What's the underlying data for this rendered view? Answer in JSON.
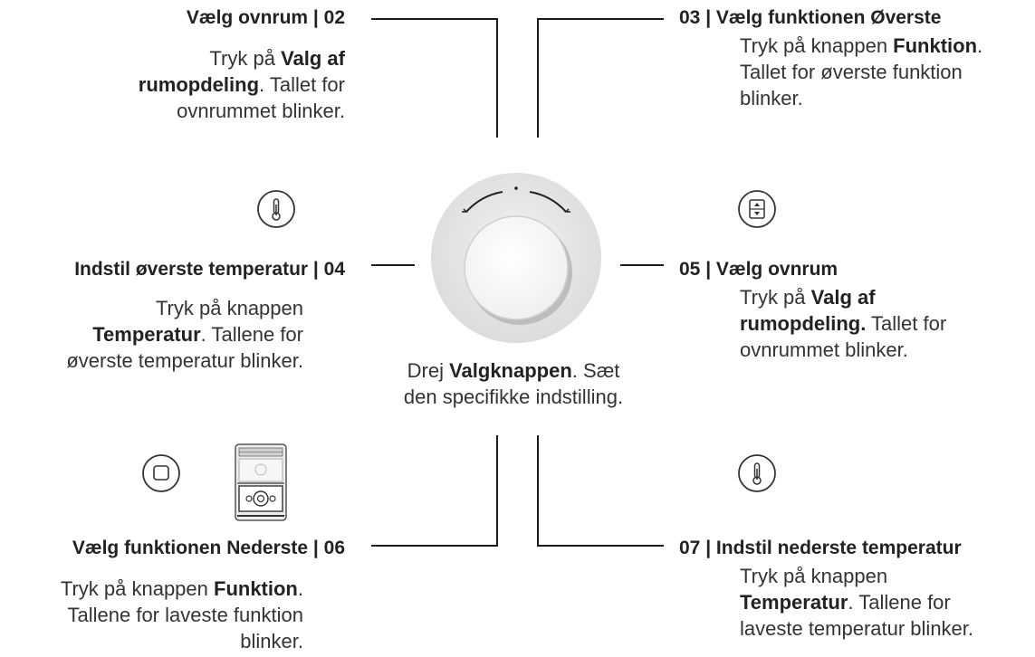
{
  "steps": {
    "s02": {
      "title": "Vælg ovnrum | 02",
      "desc": [
        {
          "t": "Tryk på ",
          "b": false
        },
        {
          "t": "Valg af",
          "b": true
        },
        {
          "br": true
        },
        {
          "t": "rumopdeling",
          "b": true
        },
        {
          "t": ". Tallet for",
          "b": false
        },
        {
          "br": true
        },
        {
          "t": "ovnrummet blinker.",
          "b": false
        }
      ]
    },
    "s03": {
      "title": "03 | Vælg funktionen Øverste",
      "desc": [
        {
          "t": "Tryk på knappen ",
          "b": false
        },
        {
          "t": "Funktion",
          "b": true
        },
        {
          "t": ".",
          "b": false
        },
        {
          "br": true
        },
        {
          "t": "Tallet for øverste funktion",
          "b": false
        },
        {
          "br": true
        },
        {
          "t": "blinker.",
          "b": false
        }
      ]
    },
    "s04": {
      "title": "Indstil øverste temperatur | 04",
      "desc": [
        {
          "t": "Tryk på knappen",
          "b": false
        },
        {
          "br": true
        },
        {
          "t": "Temperatur",
          "b": true
        },
        {
          "t": ". Tallene for",
          "b": false
        },
        {
          "br": true
        },
        {
          "t": "øverste temperatur blinker.",
          "b": false
        }
      ]
    },
    "s05": {
      "title": "05 | Vælg ovnrum",
      "desc": [
        {
          "t": "Tryk på ",
          "b": false
        },
        {
          "t": "Valg af",
          "b": true
        },
        {
          "br": true
        },
        {
          "t": "rumopdeling.",
          "b": true
        },
        {
          "t": " Tallet for",
          "b": false
        },
        {
          "br": true
        },
        {
          "t": "ovnrummet blinker.",
          "b": false
        }
      ]
    },
    "center": {
      "desc": [
        {
          "t": "Drej ",
          "b": false
        },
        {
          "t": "Valgknappen",
          "b": true
        },
        {
          "t": ". Sæt",
          "b": false
        },
        {
          "br": true
        },
        {
          "t": "den specifikke indstilling.",
          "b": false
        }
      ]
    },
    "s06": {
      "title": "Vælg funktionen Nederste | 06",
      "desc": [
        {
          "t": "Tryk på knappen ",
          "b": false
        },
        {
          "t": "Funktion",
          "b": true
        },
        {
          "t": ".",
          "b": false
        },
        {
          "br": true
        },
        {
          "t": "Tallene for laveste funktion",
          "b": false
        },
        {
          "br": true
        },
        {
          "t": "blinker.",
          "b": false
        }
      ]
    },
    "s07": {
      "title": "07 | Indstil nederste temperatur",
      "desc": [
        {
          "t": "Tryk på knappen",
          "b": false
        },
        {
          "br": true
        },
        {
          "t": "Temperatur",
          "b": true
        },
        {
          "t": ". Tallene for",
          "b": false
        },
        {
          "br": true
        },
        {
          "t": "laveste temperatur blinker.",
          "b": false
        }
      ]
    }
  },
  "icons": {
    "temperature_top": "thermometer-icon",
    "split_selector": "split-selector-icon",
    "function": "function-square-icon",
    "oven": "oven-icon",
    "temperature_bottom": "thermometer-icon"
  },
  "colors": {
    "knob_ring": "#e6e6e6",
    "knob_face": "#ffffff",
    "line": "#1a1a1a"
  }
}
